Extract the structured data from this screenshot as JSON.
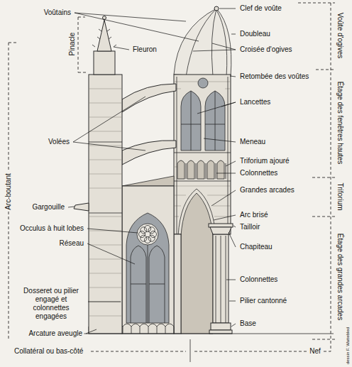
{
  "diagram": {
    "labels": [
      "Voûtains",
      "Pinacle",
      "Fleuron",
      "Volées",
      "Arc-boutant",
      "Gargouille",
      "Occulus à huit lobes",
      "Réseau",
      "Dosseret ou pilier engagé et colonnettes engagées",
      "Arcature aveugle",
      "Collatéral ou bas-côté",
      "Clef de voûte",
      "Doubleau",
      "Croisée d'ogives",
      "Retombée des voûtes",
      "Lancettes",
      "Meneau",
      "Triforium ajouré",
      "Colonnettes",
      "Grandes arcades",
      "Arc brisé",
      "Tailloir",
      "Chapiteau",
      "Colonnettes",
      "Pilier cantonné",
      "Base",
      "Nef",
      "Voûte d'ogives",
      "Étage des fenêtres hautes",
      "Triforium",
      "Étage des grandes arcades",
      "dessin F. Wattebled"
    ]
  }
}
